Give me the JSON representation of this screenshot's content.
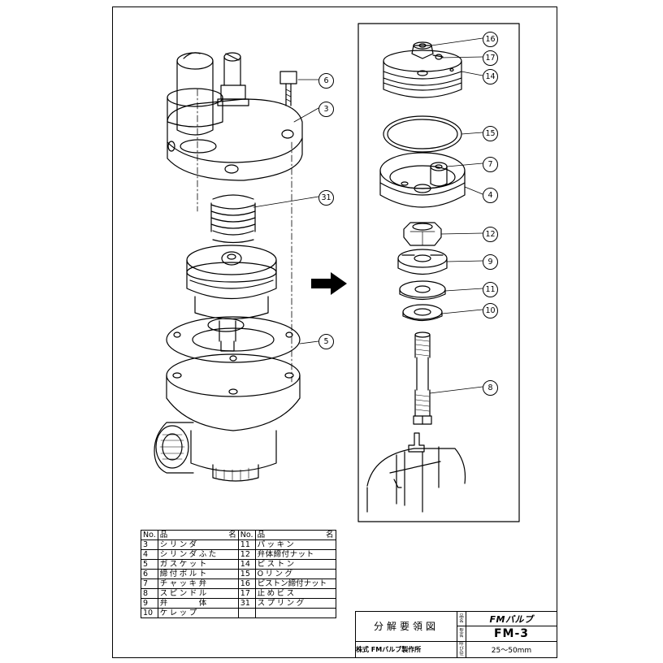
{
  "callouts_left": [
    "6",
    "3",
    "31",
    "5"
  ],
  "callouts_right": [
    "16",
    "17",
    "14",
    "15",
    "7",
    "4",
    "12",
    "9",
    "11",
    "10",
    "8"
  ],
  "parts_table": {
    "header": {
      "no": "No.",
      "name_left": "品",
      "name_right": "名"
    },
    "left": [
      {
        "no": "3",
        "name": "シリンダ"
      },
      {
        "no": "4",
        "name": "シリンダふた"
      },
      {
        "no": "5",
        "name": "ガスケット"
      },
      {
        "no": "6",
        "name": "締付ボルト"
      },
      {
        "no": "7",
        "name": "チャッキ弁"
      },
      {
        "no": "8",
        "name": "スピンドル"
      },
      {
        "no": "9",
        "name": "弁　　　体"
      },
      {
        "no": "10",
        "name": "ケレップ"
      }
    ],
    "right": [
      {
        "no": "11",
        "name": "パッキン"
      },
      {
        "no": "12",
        "name": "弁体締付ナット"
      },
      {
        "no": "14",
        "name": "ピストン"
      },
      {
        "no": "15",
        "name": "Oリング"
      },
      {
        "no": "16",
        "name": "ピストン締付ナット"
      },
      {
        "no": "17",
        "name": "止めビス"
      },
      {
        "no": "31",
        "name": "スプリング"
      },
      {
        "no": "",
        "name": ""
      }
    ]
  },
  "title_block": {
    "title": "分解要領図",
    "label_name": "品名",
    "label_model": "型名",
    "label_size": "呼び径",
    "product": "FMバルブ",
    "model": "FM-3",
    "size": "25〜50mm",
    "company": "株式 FMバルブ製作所"
  },
  "colors": {
    "line": "#000000",
    "paper": "#ffffff"
  }
}
